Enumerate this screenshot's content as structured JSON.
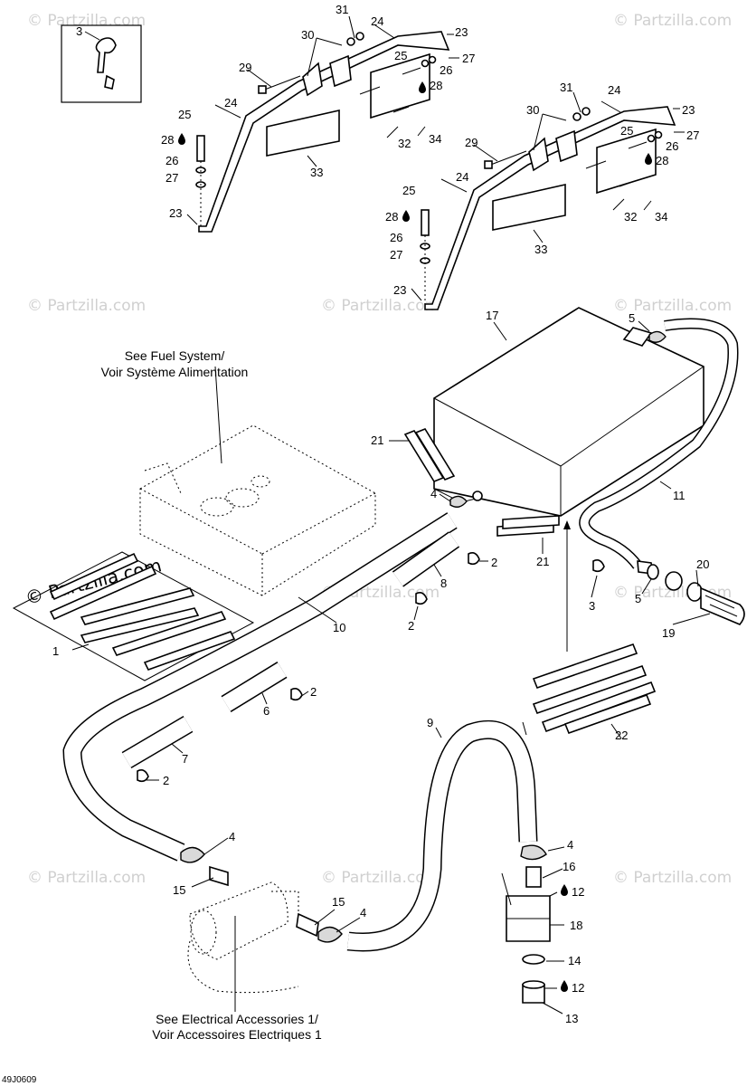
{
  "watermarks": {
    "text": "© Partzilla.com",
    "prominent": "© Partzilla.com"
  },
  "notes": {
    "fuel_system_line1": "See Fuel System/",
    "fuel_system_line2": "Voir Système Alimentation",
    "electrical_line1": "See Electrical Accessories 1/",
    "electrical_line2": "Voir Accessoires Electriques 1"
  },
  "diagram_code": "49J0609",
  "part_labels": {
    "n1": "1",
    "n2": "2",
    "n3": "3",
    "n4": "4",
    "n5": "5",
    "n6": "6",
    "n7": "7",
    "n8": "8",
    "n9": "9",
    "n10": "10",
    "n11": "11",
    "n12": "12",
    "n13": "13",
    "n14": "14",
    "n15": "15",
    "n16": "16",
    "n17": "17",
    "n18": "18",
    "n19": "19",
    "n20": "20",
    "n21": "21",
    "n22": "22",
    "n23": "23",
    "n24": "24",
    "n25": "25",
    "n26": "26",
    "n27": "27",
    "n28": "28",
    "n29": "29",
    "n30": "30",
    "n31": "31",
    "n32": "32",
    "n33": "33",
    "n34": "34"
  },
  "icons": {
    "sealant": "drop-icon",
    "arrow": "arrow-up-icon"
  }
}
